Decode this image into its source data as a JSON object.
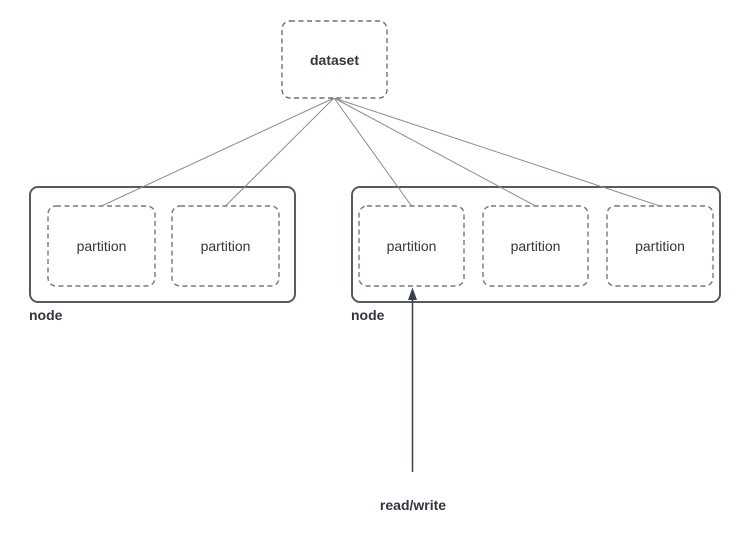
{
  "diagram": {
    "dataset": {
      "label": "dataset"
    },
    "nodes": [
      {
        "label": "node",
        "partitions": [
          {
            "label": "partition"
          },
          {
            "label": "partition"
          }
        ]
      },
      {
        "label": "node",
        "partitions": [
          {
            "label": "partition"
          },
          {
            "label": "partition"
          },
          {
            "label": "partition"
          }
        ]
      }
    ],
    "arrow_label": "read/write",
    "colors": {
      "background": "#ffffff",
      "text": "#31363f",
      "node_border": "#565b61",
      "dashed_border": "#74787f",
      "connector_line": "#898c91",
      "arrow": "#3c4149"
    }
  }
}
